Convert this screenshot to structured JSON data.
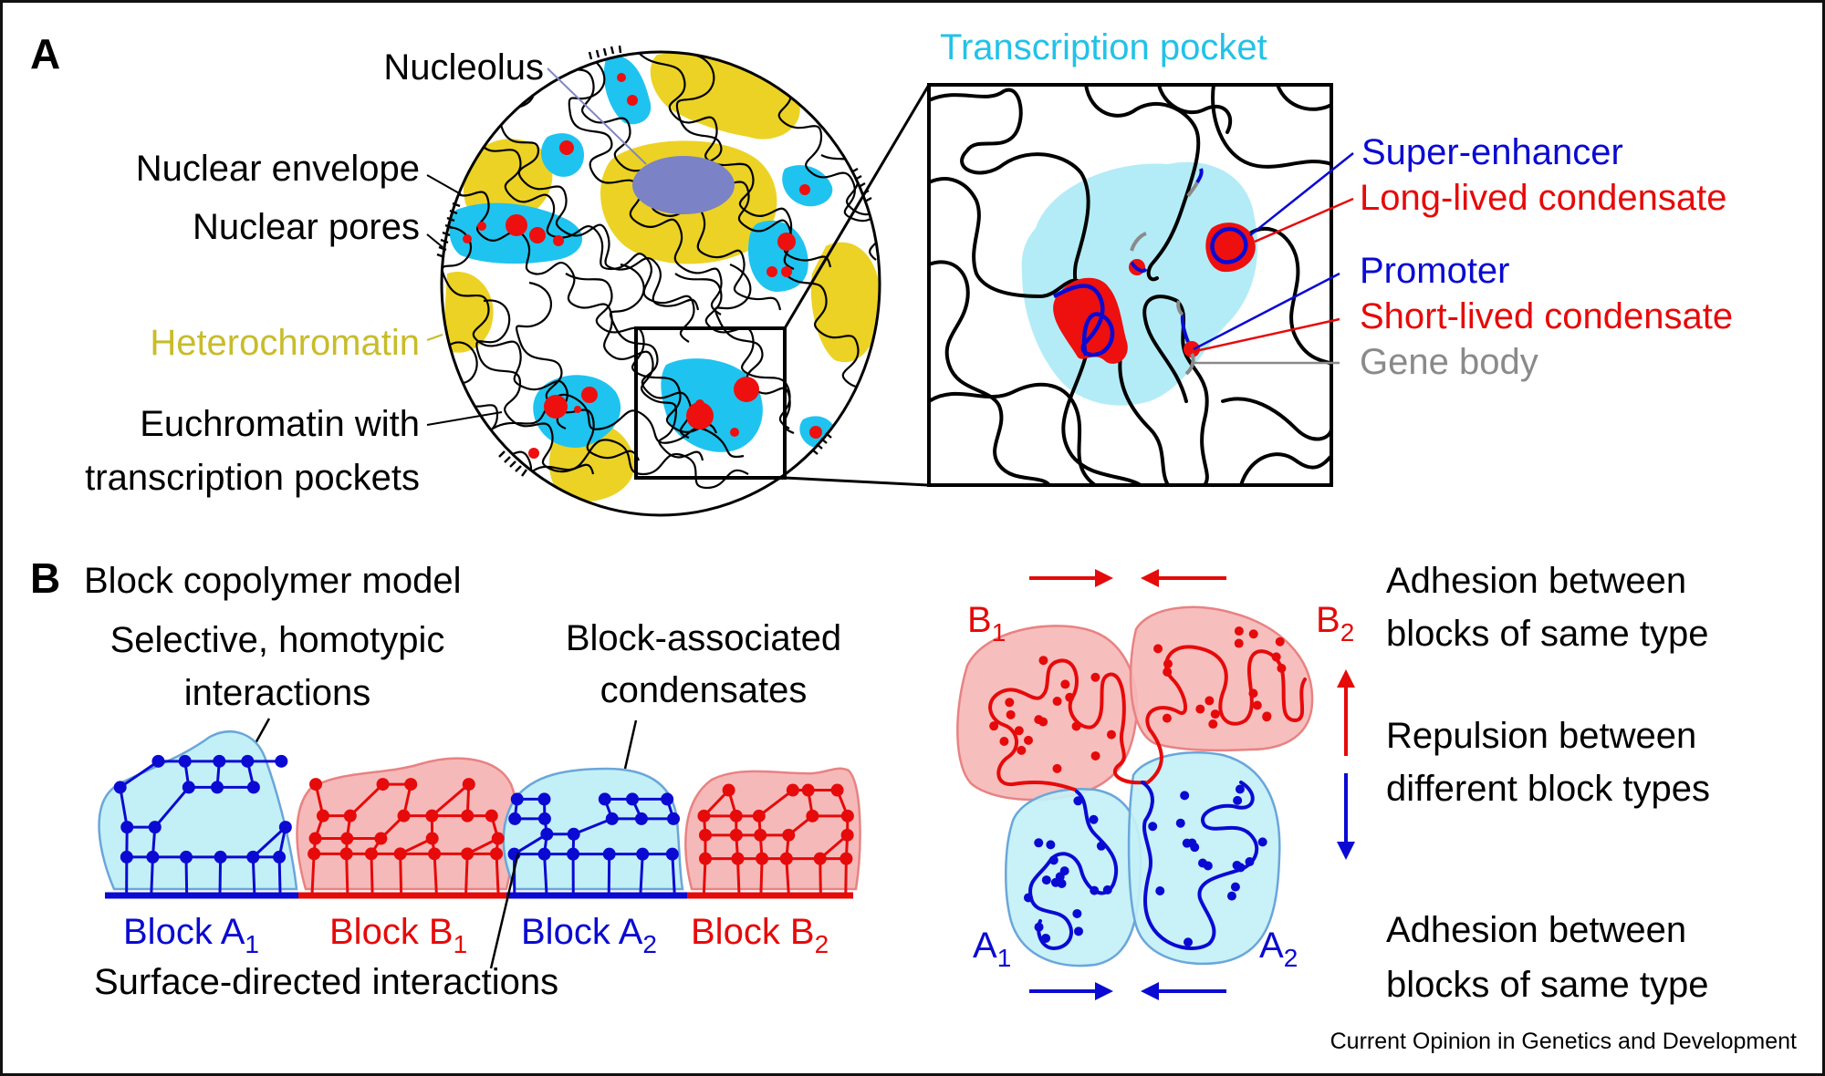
{
  "figure": {
    "source_credit": "Current Opinion in Genetics and Development",
    "colors": {
      "blue": "#0a0ad2",
      "red": "#e60a0a",
      "grey": "#8a8a8a",
      "cyan_text": "#22c2e8",
      "cyan_fill": "#1fc3ef",
      "pocket_fill": "#b3ecf7",
      "heterochromatin": "#ecd224",
      "heterochromatin_text": "#c8bc2a",
      "nucleolus": "#7c82c6",
      "condensate": "#ee0f0f",
      "blockA_fill": "#c3f0f7",
      "blockA_edge": "#6aa6da",
      "blockB_fill": "#f6b9b9",
      "blockB_edge": "#e98282"
    }
  },
  "panel_a": {
    "letter": "A",
    "labels": {
      "nucleolus": "Nucleolus",
      "nuclear_envelope": "Nuclear envelope",
      "nuclear_pores": "Nuclear pores",
      "heterochromatin": "Heterochromatin",
      "euchromatin_line1": "Euchromatin with",
      "euchromatin_line2": "transcription pockets"
    },
    "inset": {
      "title": "Transcription pocket",
      "legend": [
        {
          "key": "super_enhancer",
          "label": "Super-enhancer",
          "color": "blue"
        },
        {
          "key": "long_lived",
          "label": "Long-lived condensate",
          "color": "red"
        },
        {
          "key": "promoter",
          "label": "Promoter",
          "color": "blue"
        },
        {
          "key": "short_lived",
          "label": "Short-lived condensate",
          "color": "red"
        },
        {
          "key": "gene_body",
          "label": "Gene body",
          "color": "grey"
        }
      ]
    }
  },
  "panel_b": {
    "letter": "B",
    "title": "Block copolymer model",
    "annotations": {
      "homotypic_line1": "Selective, homotypic",
      "homotypic_line2": "interactions",
      "condensates_line1": "Block-associated",
      "condensates_line2": "condensates",
      "surface": "Surface-directed interactions"
    },
    "blocks": [
      {
        "name": "Block A",
        "sub": "1",
        "type": "A"
      },
      {
        "name": "Block B",
        "sub": "1",
        "type": "B"
      },
      {
        "name": "Block A",
        "sub": "2",
        "type": "A"
      },
      {
        "name": "Block B",
        "sub": "2",
        "type": "B"
      }
    ],
    "domains": {
      "b1": {
        "letter": "B",
        "sub": "1"
      },
      "b2": {
        "letter": "B",
        "sub": "2"
      },
      "a1": {
        "letter": "A",
        "sub": "1"
      },
      "a2": {
        "letter": "A",
        "sub": "2"
      }
    },
    "descriptions": {
      "top_line1": "Adhesion between",
      "top_line2": "blocks of same type",
      "mid_line1": "Repulsion between",
      "mid_line2": "different block types",
      "bottom_line1": "Adhesion between",
      "bottom_line2": "blocks of same type"
    }
  }
}
